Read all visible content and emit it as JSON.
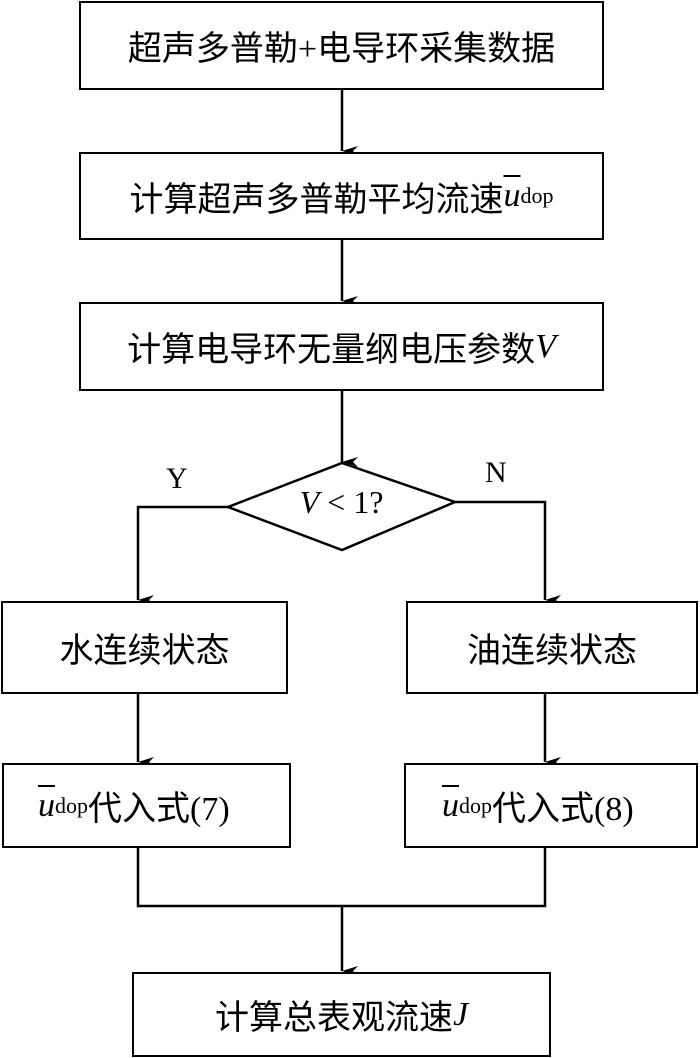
{
  "flowchart": {
    "step1": "超声多普勒+电导环采集数据",
    "step2": {
      "text": "计算超声多普勒平均流速",
      "var": "u",
      "sub": "dop"
    },
    "step3": {
      "text": "计算电导环无量纲电压参数",
      "var": "V"
    },
    "decision": {
      "var": "V",
      "op": " < 1?"
    },
    "yes_label": "Y",
    "no_label": "N",
    "left_state": "水连续状态",
    "right_state": "油连续状态",
    "left_formula": {
      "var": "u",
      "sub": "dop",
      "text": "代入式(7)"
    },
    "right_formula": {
      "var": "u",
      "sub": "dop",
      "text": "代入式(8)"
    },
    "final": {
      "text": "计算总表观流速",
      "var": "J"
    }
  }
}
